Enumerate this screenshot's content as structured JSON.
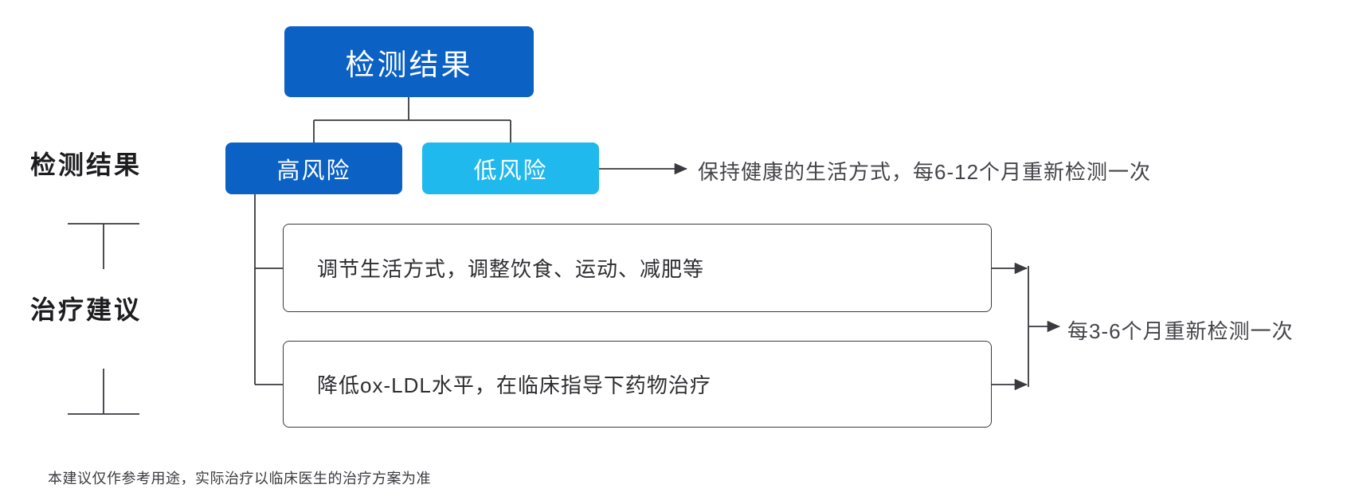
{
  "diagram": {
    "type": "flowchart",
    "title_node": "检测结果",
    "axis_labels": [
      {
        "id": "results",
        "label": "检测结果"
      },
      {
        "id": "advice",
        "label": "治疗建议"
      }
    ],
    "risk_nodes": [
      {
        "id": "high-risk",
        "label": "高风险",
        "color": "#0b61c4"
      },
      {
        "id": "low-risk",
        "label": "低风险",
        "color": "#1fb9ee"
      }
    ],
    "advice_boxes": [
      {
        "id": "lifestyle",
        "text": "调节生活方式，调整饮食、运动、减肥等"
      },
      {
        "id": "medication",
        "text": "降低ox-LDL水平，在临床指导下药物治疗"
      }
    ],
    "outcomes": [
      {
        "id": "low-risk-followup",
        "text": "保持健康的生活方式，每6-12个月重新检测一次"
      },
      {
        "id": "high-risk-followup",
        "text": "每3-6个月重新检测一次"
      }
    ],
    "footer_note": "本建议仅作参考用途，实际治疗以临床医生的治疗方案为准",
    "colors": {
      "primary_blue": "#0b61c4",
      "accent_cyan": "#1fb9ee",
      "line": "#3a3a3e",
      "text": "#333236",
      "background": "#ffffff"
    }
  }
}
